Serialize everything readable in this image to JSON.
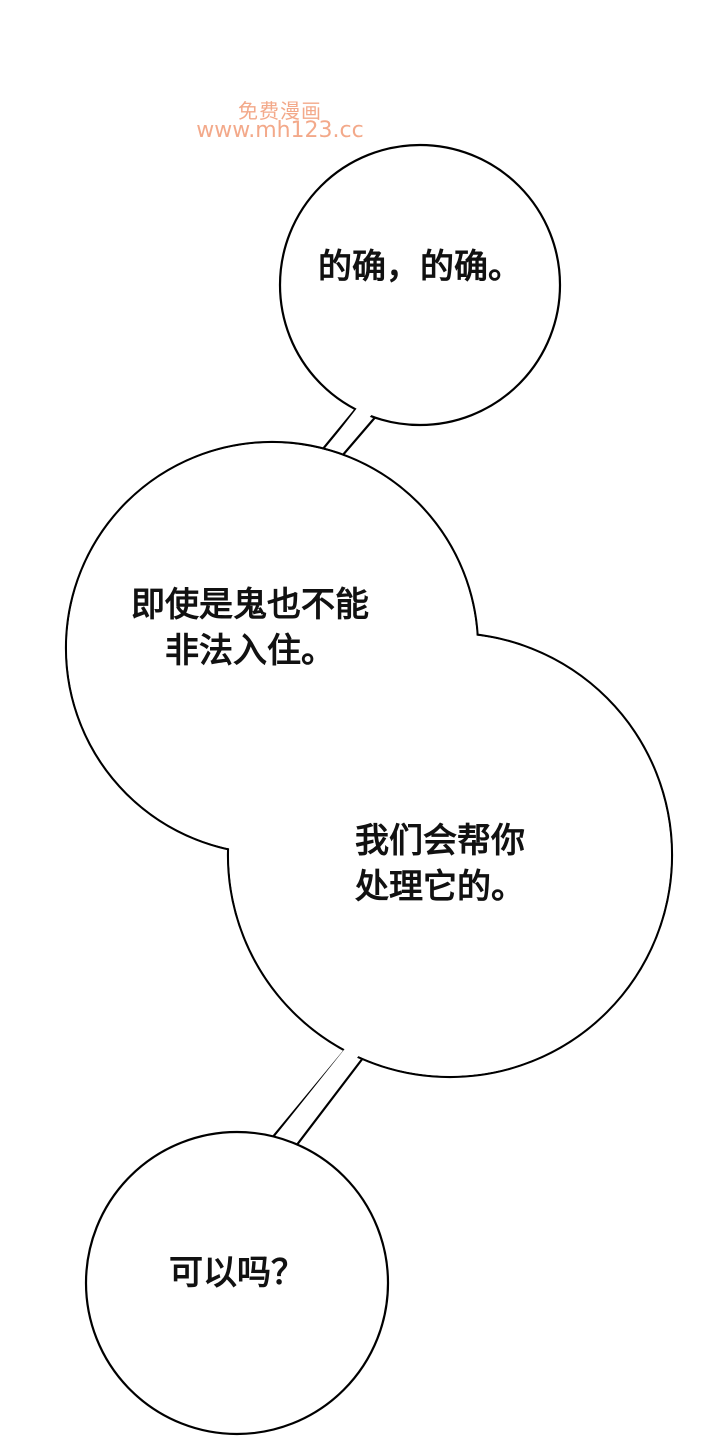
{
  "watermark": {
    "title": "免费漫画",
    "url": "www.mh123.cc"
  },
  "bubbles": [
    {
      "lines": [
        "的确，的确。"
      ]
    },
    {
      "lines": [
        "即使是鬼也不能",
        "非法入住。"
      ]
    },
    {
      "lines": [
        "我们会帮你",
        "处理它的。"
      ]
    },
    {
      "lines": [
        "可以吗？"
      ]
    }
  ]
}
